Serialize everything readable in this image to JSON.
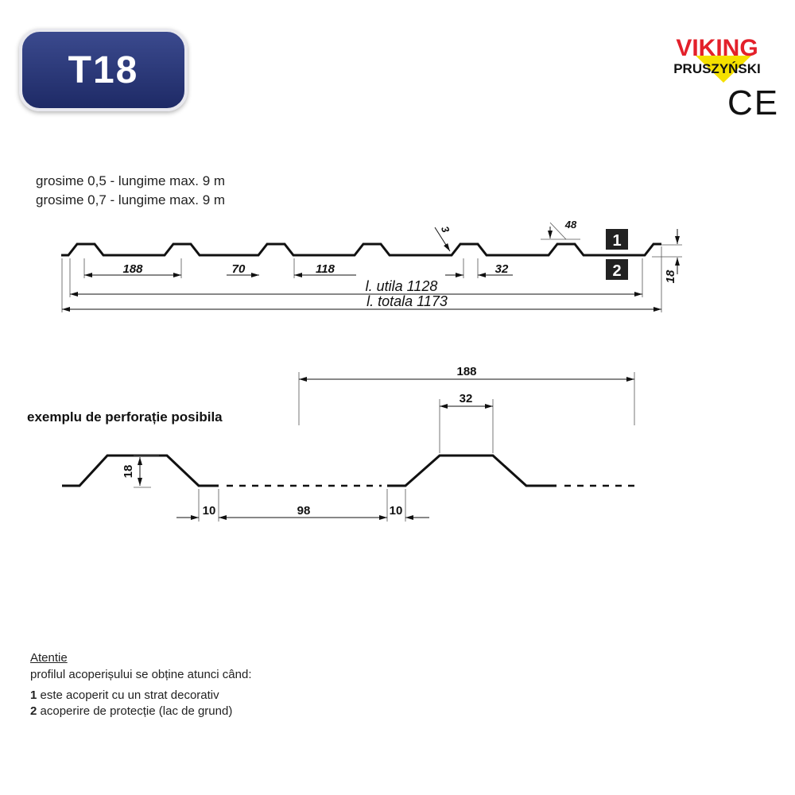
{
  "badge": {
    "title": "T18"
  },
  "logo": {
    "brand_top": "VIKING",
    "brand_bottom": "PRUSZYŃSKI",
    "cert": "CE"
  },
  "specs": [
    "grosime 0,5 - lungime max. 9 m",
    "grosime 0,7 - lungime max. 9 m"
  ],
  "profile": {
    "dims": {
      "pitch": "188",
      "gap": "70",
      "base": "118",
      "crest": "32",
      "angle": "48",
      "radius": "3",
      "height": "18"
    },
    "useful_width": "l. utila 1128",
    "total_width": "l. totala 1173",
    "layers": [
      "1",
      "2"
    ]
  },
  "perforation": {
    "title": "exemplu de perforație posibila",
    "dims": {
      "pitch": "188",
      "crest": "32",
      "height": "18",
      "edge_left": "10",
      "perforated": "98",
      "edge_right": "10"
    }
  },
  "notes": {
    "heading": "Atentie",
    "intro": "profilul acoperișului se obține atunci când:",
    "items": [
      {
        "num": "1",
        "text": "este acoperit cu un strat decorativ"
      },
      {
        "num": "2",
        "text": "acoperire de protecție (lac de grund)"
      }
    ]
  }
}
